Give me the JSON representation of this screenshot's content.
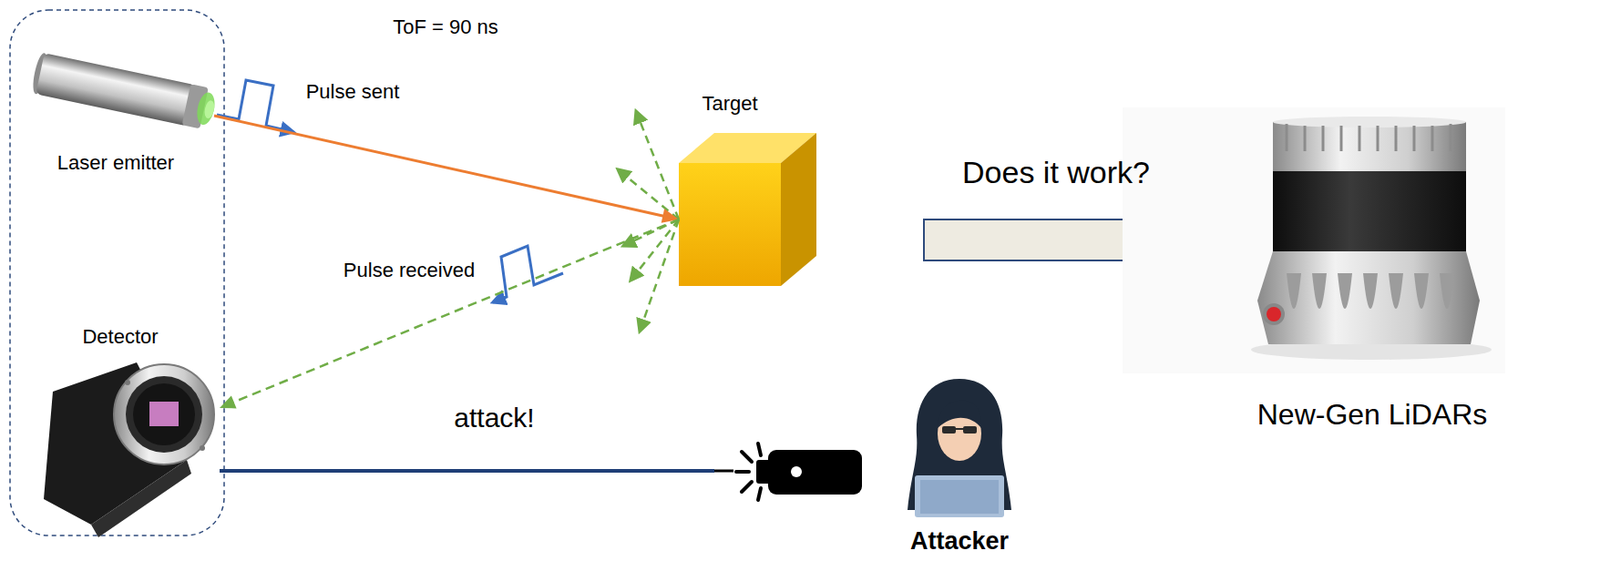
{
  "diagram": {
    "nodes": [
      {
        "text": [
          "Laser emitter"
        ]
      },
      {
        "text": [
          "Target"
        ]
      },
      {
        "text": [
          "Detector"
        ]
      },
      {
        "text": [
          "Attacker"
        ]
      },
      {
        "text": [
          "New-Gen LiDARs"
        ]
      }
    ],
    "edges": [
      {
        "from": 0,
        "to": 1,
        "arrow": "to"
      },
      {
        "from": 1,
        "to": 2,
        "arrow": "to"
      },
      {
        "from": 3,
        "to": 2,
        "arrow": "none",
        "label": "attack!"
      }
    ],
    "labels": [
      "ToF = 90 ns",
      "Pulse sent",
      "Pulse received",
      "Does it work?"
    ]
  }
}
